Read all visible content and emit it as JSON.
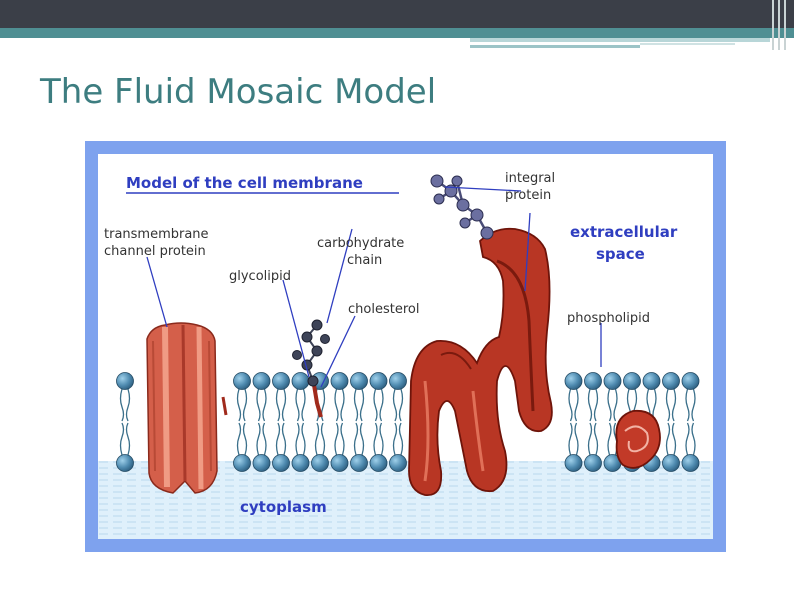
{
  "slide": {
    "title": "The Fluid Mosaic Model",
    "accent": "#4f8f93",
    "title_color": "#3d7d80"
  },
  "diagram": {
    "heading": "Model of the cell membrane",
    "labels": {
      "transmembrane_line1": "transmembrane",
      "transmembrane_line2": "channel protein",
      "glycolipid": "glycolipid",
      "carbohydrate_line1": "carbohydrate",
      "carbohydrate_line2": "chain",
      "cholesterol": "cholesterol",
      "integral_line1": "integral",
      "integral_line2": "protein",
      "extracellular_line1": "extracellular",
      "extracellular_line2": "space",
      "phospholipid": "phospholipid",
      "cytoplasm": "cytoplasm"
    },
    "colors": {
      "frame": "#7ea2ee",
      "heading_label": "#2f3ec0",
      "text": "#333333",
      "head": "#4f8bb0",
      "protein": "#c8503e",
      "integral_protein": "#8e1e12",
      "carbohydrate": "#5b5d8a",
      "cytoplasm": "#dff0fb"
    }
  }
}
